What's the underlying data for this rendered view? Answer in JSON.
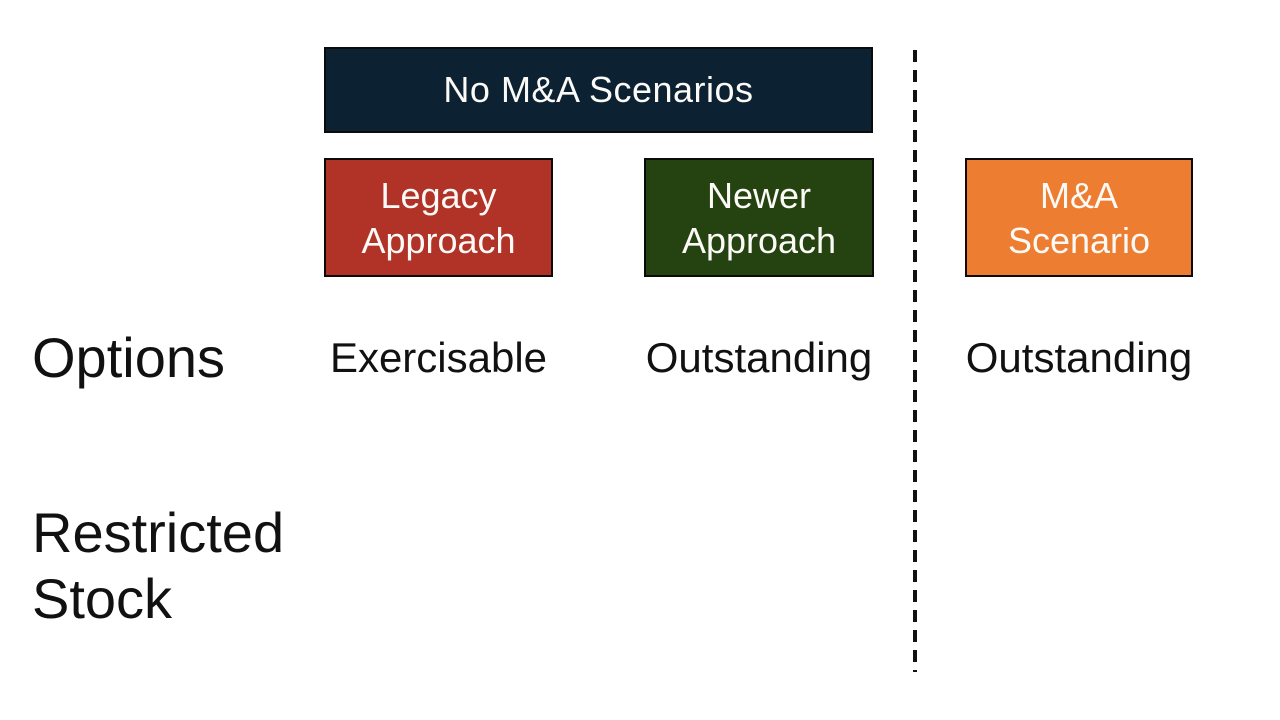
{
  "header": {
    "label": "No M&A Scenarios",
    "color": "#0c2233"
  },
  "columns": [
    {
      "id": "legacy-approach",
      "label": "Legacy Approach",
      "color": "#b13328"
    },
    {
      "id": "newer-approach",
      "label": "Newer Approach",
      "color": "#254310"
    },
    {
      "id": "ma-scenario",
      "label": "M&A Scenario",
      "color": "#ed7d31"
    }
  ],
  "rows": [
    {
      "label": "Options",
      "values": [
        "Exercisable",
        "Outstanding",
        "Outstanding"
      ]
    },
    {
      "label": "Restricted Stock",
      "values": [
        "",
        "",
        ""
      ]
    }
  ],
  "divider": {
    "style": "dashed",
    "color": "#111111"
  },
  "text_color": "#111111",
  "box_text_color": "#fbfaf7"
}
